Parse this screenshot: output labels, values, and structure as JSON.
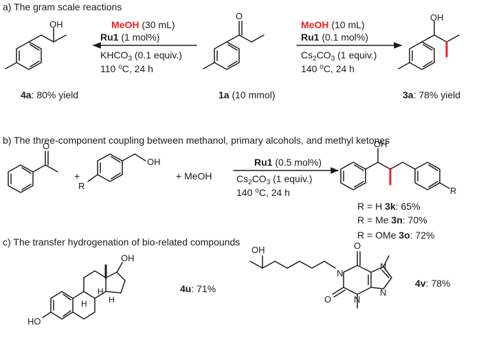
{
  "section_a": {
    "title": "a) The gram scale reactions",
    "left_cond": {
      "solvent": "MeOH",
      "solvent_amt": "(30 mL)",
      "cat": "Ru1",
      "cat_amt": "(1 mol%)",
      "base": "KHCO",
      "base_sub": "3",
      "base_amt": "(0.1 equiv.)",
      "temp": "110",
      "temp_unit": "C, 24 h",
      "deg": "o"
    },
    "right_cond": {
      "solvent": "MeOH",
      "solvent_amt": "(10 mL)",
      "cat": "Ru1",
      "cat_amt": "(0.1 mol%)",
      "base": "Cs",
      "base_sub": "2",
      "base_mid": "CO",
      "base_sub2": "3",
      "base_amt": "(1 equiv.)",
      "temp": "140",
      "temp_unit": "C, 24 h",
      "deg": "o"
    },
    "left_product": {
      "id": "4a",
      "yield": ": 80% yield"
    },
    "start": {
      "id": "1a",
      "amt": "(10 mmol)"
    },
    "right_product": {
      "id": "3a",
      "yield": ": 78% yield"
    },
    "oh": "OH",
    "o": "O"
  },
  "section_b": {
    "title": "b) The three-component coupling between methanol, primary alcohols, and methyl ketones",
    "plus1": "+",
    "plus2": "+ MeOH",
    "r": "R",
    "oh": "OH",
    "o": "O",
    "cond": {
      "cat": "Ru1",
      "cat_amt": "(0.5 mol%)",
      "base": "Cs",
      "base_sub": "2",
      "base_mid": "CO",
      "base_sub2": "3",
      "base_amt": "(1 equiv.)",
      "temp": "140",
      "temp_unit": "C, 24 h",
      "deg": "o"
    },
    "results": [
      {
        "prefix": "R = H ",
        "id": "3k",
        "yield": ": 65%"
      },
      {
        "prefix": "R = Me ",
        "id": "3n",
        "yield": ": 70%"
      },
      {
        "prefix": "R = OMe ",
        "id": "3o",
        "yield": ":  72%"
      }
    ]
  },
  "section_c": {
    "title": "c) The transfer hydrogenation of bio-related compounds",
    "cmpd1": {
      "id": "4u",
      "yield": ": 71%"
    },
    "cmpd2": {
      "id": "4v",
      "yield": ": 78%"
    },
    "oh": "OH",
    "ho": "HO",
    "h": "H",
    "o": "O",
    "n": "N"
  }
}
